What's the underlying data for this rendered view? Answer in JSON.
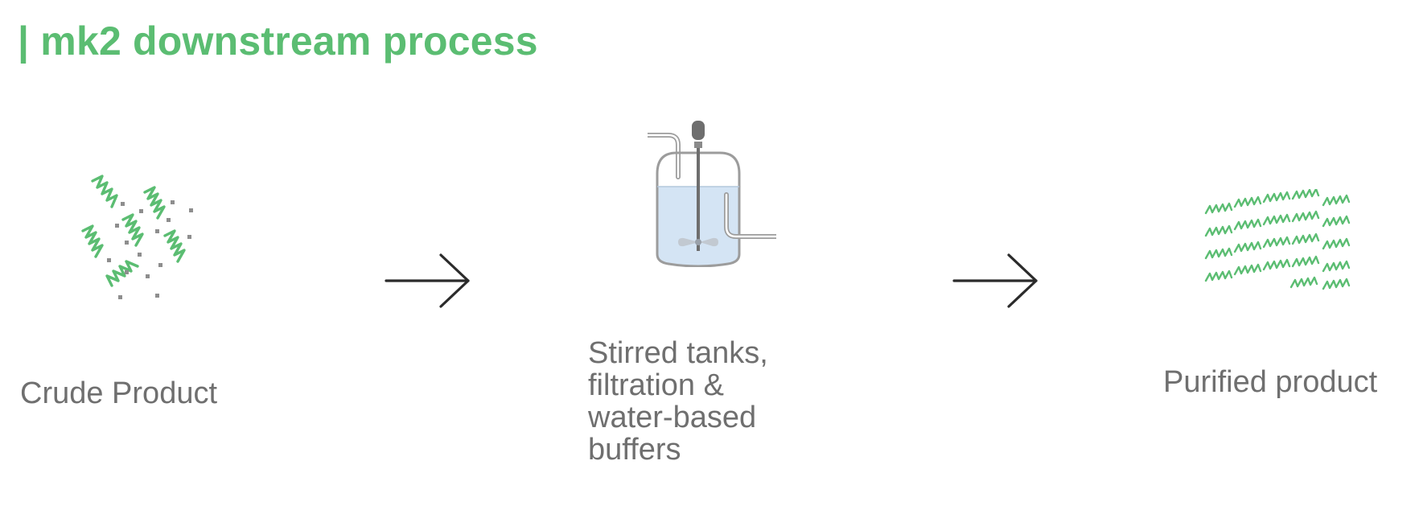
{
  "title": "| mk2 downstream process",
  "steps": {
    "crude": {
      "label": "Crude Product",
      "icon": "crude-mixture-icon"
    },
    "tank": {
      "label_lines": [
        "Stirred tanks,",
        "filtration &",
        "water-based",
        "buffers"
      ],
      "icon": "stirred-tank-icon"
    },
    "purified": {
      "label": "Purified product",
      "icon": "purified-peptides-icon"
    }
  },
  "colors": {
    "accent": "#5bbd72",
    "text": "#6f6f6f",
    "impurity": "#8e8e8e",
    "arrow": "#2b2b2b",
    "liquid": "#d4e4f4"
  }
}
